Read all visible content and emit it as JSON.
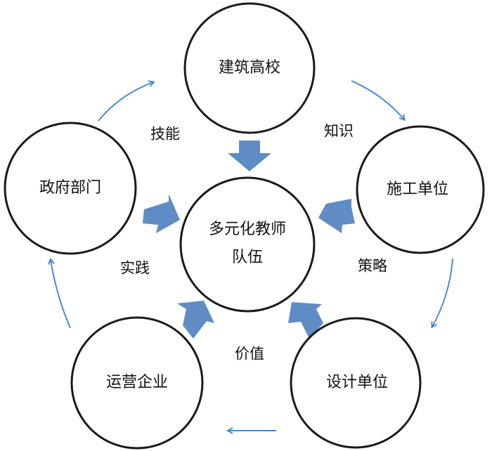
{
  "diagram": {
    "center": {
      "line1": "多元化教师",
      "line2": "队伍"
    },
    "nodes": [
      {
        "id": "top",
        "label": "建筑高校"
      },
      {
        "id": "right",
        "label": "施工单位"
      },
      {
        "id": "bottom-right",
        "label": "设计单位"
      },
      {
        "id": "bottom-left",
        "label": "运营企业"
      },
      {
        "id": "left",
        "label": "政府部门"
      }
    ],
    "contributions": [
      {
        "label": "技能"
      },
      {
        "label": "知识"
      },
      {
        "label": "策略"
      },
      {
        "label": "价值"
      },
      {
        "label": "实践"
      }
    ],
    "cycle_direction": "clockwise",
    "colors": {
      "block_arrow": "#5f8cc4",
      "cycle_arrow": "#4a8ad0",
      "circle_stroke": "#1a1a1a"
    }
  }
}
